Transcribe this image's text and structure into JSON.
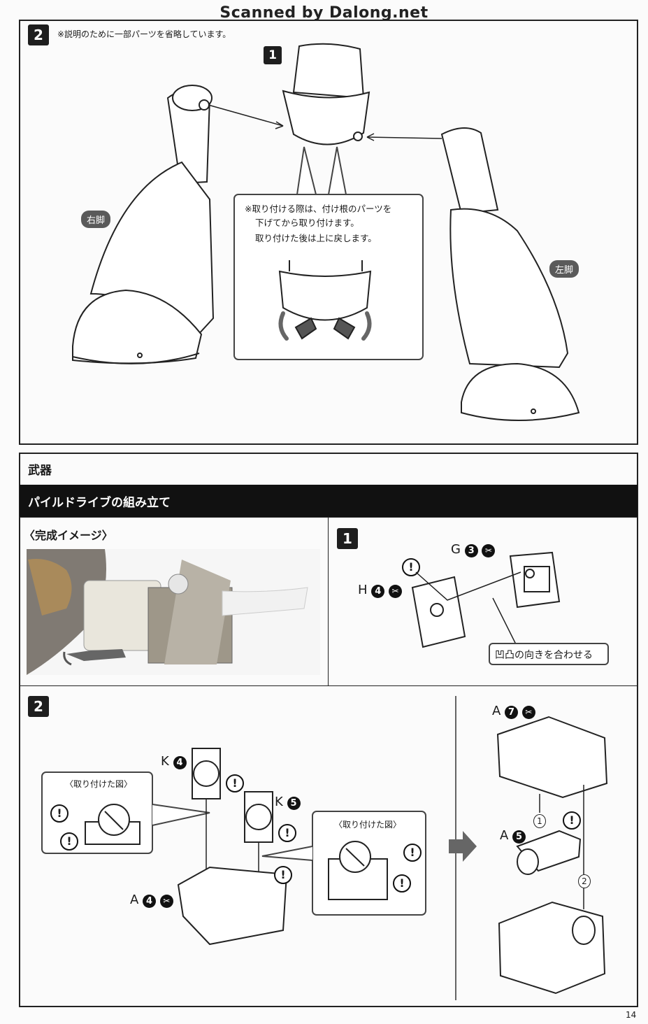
{
  "watermark": "Scanned by Dalong.net",
  "step2_top": {
    "step": "2",
    "note": "※説明のために一部パーツを省略しています。",
    "sub_step": "1",
    "right_leg_tag": "右脚",
    "left_leg_tag": "左脚",
    "callout": {
      "line1": "※取り付ける際は、付け根のパーツを",
      "line2": "下げてから取り付けます。",
      "line3": "取り付けた後は上に戻します。"
    }
  },
  "weapon": {
    "section_title": "武器",
    "subsection_title": "パイルドライブの組み立て",
    "preview_title": "〈完成イメージ〉",
    "step1": {
      "step": "1",
      "part_g": "G",
      "part_g_num": "3",
      "part_h": "H",
      "part_h_num": "4",
      "caption": "凹凸の向きを合わせる",
      "excl": "!"
    },
    "step2": {
      "step": "2",
      "view_left_title": "〈取り付けた図〉",
      "view_right_title": "〈取り付けた図〉",
      "k4": "K",
      "k4_num": "4",
      "k5": "K",
      "k5_num": "5",
      "a4": "A",
      "a4_num": "4",
      "a7": "A",
      "a7_num": "7",
      "a5": "A",
      "a5_num": "5",
      "order1": "1",
      "order2": "2",
      "excl": "!"
    }
  },
  "page_number": "14"
}
